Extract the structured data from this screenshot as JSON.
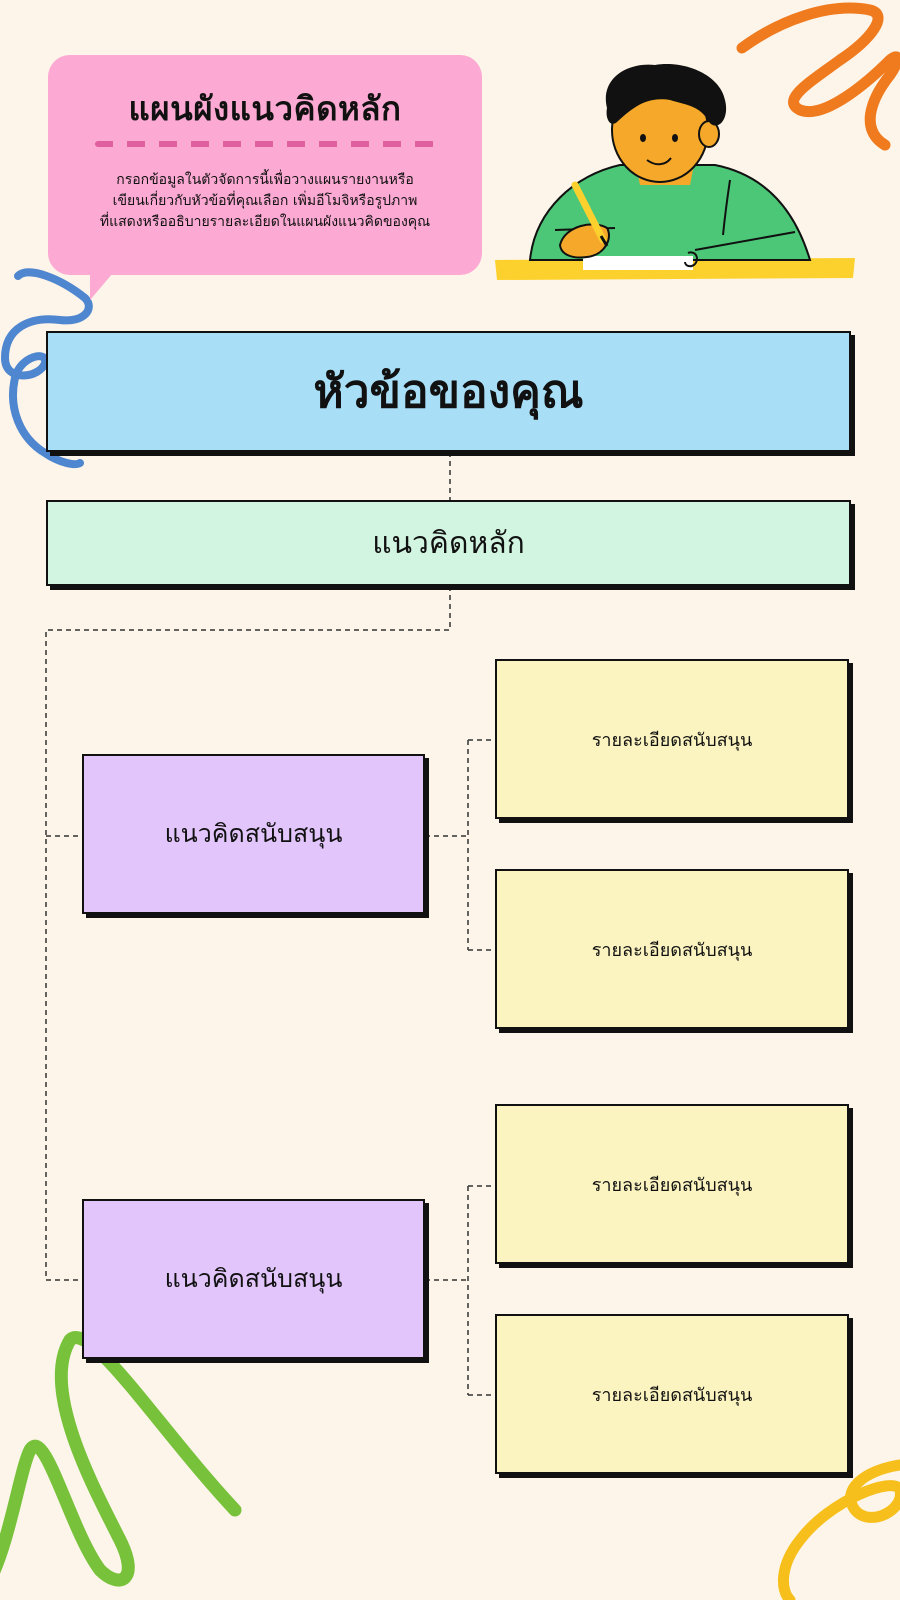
{
  "header": {
    "title": "แผนผังแนวคิดหลัก",
    "description_lines": [
      "กรอกข้อมูลในตัวจัดการนี้เพื่อวางแผนรายงานหรือ",
      "เขียนเกี่ยวกับหัวข้อที่คุณเลือก เพิ่มอีโมจิหรือรูปภาพ",
      "ที่แสดงหรืออธิบายรายละเอียดในแผนผังแนวคิดของคุณ"
    ]
  },
  "topic": "หัวข้อของคุณ",
  "main_idea": "แนวคิดหลัก",
  "supporting_ideas": [
    {
      "label": "แนวคิดสนับสนุน",
      "details": [
        "รายละเอียดสนับสนุน",
        "รายละเอียดสนับสนุน"
      ]
    },
    {
      "label": "แนวคิดสนับสนุน",
      "details": [
        "รายละเอียดสนับสนุน",
        "รายละเอียดสนับสนุน"
      ]
    }
  ],
  "colors": {
    "background": "#fdf5e9",
    "bubble": "#fcaad3",
    "topic_box": "#a8dff7",
    "main_idea_box": "#d2f5e1",
    "supporting_box": "#e2c6fb",
    "detail_box": "#fbf4c0",
    "scribble_orange": "#f07a1e",
    "scribble_blue": "#4f86d0",
    "scribble_green": "#77c23a",
    "scribble_yellow": "#f7bf1c"
  },
  "icons": {
    "illustration": "student-writing-illustration",
    "decorations": [
      "orange-scribble-icon",
      "blue-scribble-icon",
      "green-scribble-icon",
      "yellow-scribble-icon"
    ]
  }
}
